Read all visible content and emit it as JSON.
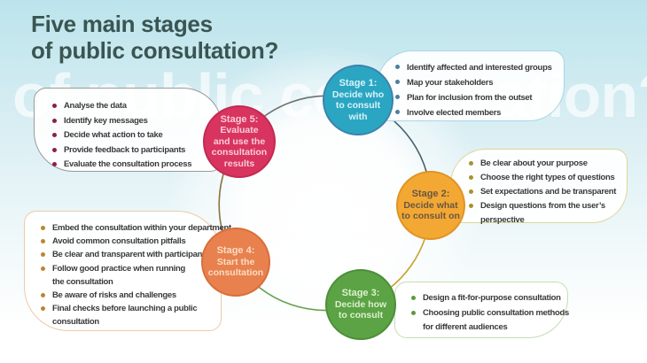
{
  "title": {
    "line1": "Five main stages",
    "line2": "of public consultation?"
  },
  "watermark_text": "of public consultation?",
  "colors": {
    "background_top": "#bce4ec",
    "background_bottom": "#ffffff",
    "title_text": "#3a5552",
    "bullet_text": "#3a3a3a",
    "box_background": "#ffffff"
  },
  "stages": [
    {
      "label": "Stage 1:",
      "description": "Decide who\nto consult\nwith",
      "circle_color": "#2aa6c3",
      "circle_rim_color": "#3d82ab",
      "circle_text_color": "#d9f3f8",
      "box_border_color": "#a6d7e6",
      "bullet_color": "#4b7f9e",
      "arc_color_to_next": "#45616d",
      "items": [
        "Identify affected and interested groups",
        "Map your stakeholders",
        "Plan for inclusion from the outset",
        "Involve elected members"
      ]
    },
    {
      "label": "Stage 2:",
      "description": "Decide what\nto consult on",
      "circle_color": "#f3a834",
      "circle_rim_color": "#df9423",
      "circle_text_color": "#6a5740",
      "box_border_color": "#dbd79c",
      "bullet_color": "#a8932a",
      "arc_color_to_next": "#c9a12d",
      "items": [
        "Be clear about your purpose",
        "Choose the right types of questions",
        "Set expectations and be transparent",
        "Design questions from the user’s\nperspective"
      ]
    },
    {
      "label": "Stage 3:",
      "description": "Decide how\nto consult",
      "circle_color": "#5ba344",
      "circle_rim_color": "#4c8f37",
      "circle_text_color": "#ddf0cf",
      "box_border_color": "#c5deb2",
      "bullet_color": "#5f9a3c",
      "arc_color_to_next": "#63a24a",
      "items": [
        "Design a fit-for-purpose consultation",
        "Choosing public consultation methods\nfor different audiences"
      ]
    },
    {
      "label": "Stage 4:",
      "description": "Start the\nconsultation",
      "circle_color": "#e8814e",
      "circle_rim_color": "#d96e38",
      "circle_text_color": "#fbdcc4",
      "box_border_color": "#eec9a6",
      "bullet_color": "#bb8631",
      "arc_color_to_next": "#8a7440",
      "items": [
        "Embed the consultation within your department",
        "Avoid common consultation pitfalls",
        "Be clear and transparent with participants",
        "Follow good practice when running\nthe consultation",
        "Be aware of risks and challenges",
        "Final checks before launching a public\nconsultation"
      ]
    },
    {
      "label": "Stage 5:",
      "description": "Evaluate\nand use the\nconsultation\nresults",
      "circle_color": "#d8345f",
      "circle_rim_color": "#c22a51",
      "circle_text_color": "#f8cdd9",
      "box_border_color": "#9b9b99",
      "bullet_color": "#8c2044",
      "arc_color_to_next": "#6f6f6f",
      "items": [
        "Analyse the data",
        "Identify key messages",
        "Decide what action to take",
        "Provide feedback to participants",
        "Evaluate the consultation process"
      ]
    }
  ]
}
